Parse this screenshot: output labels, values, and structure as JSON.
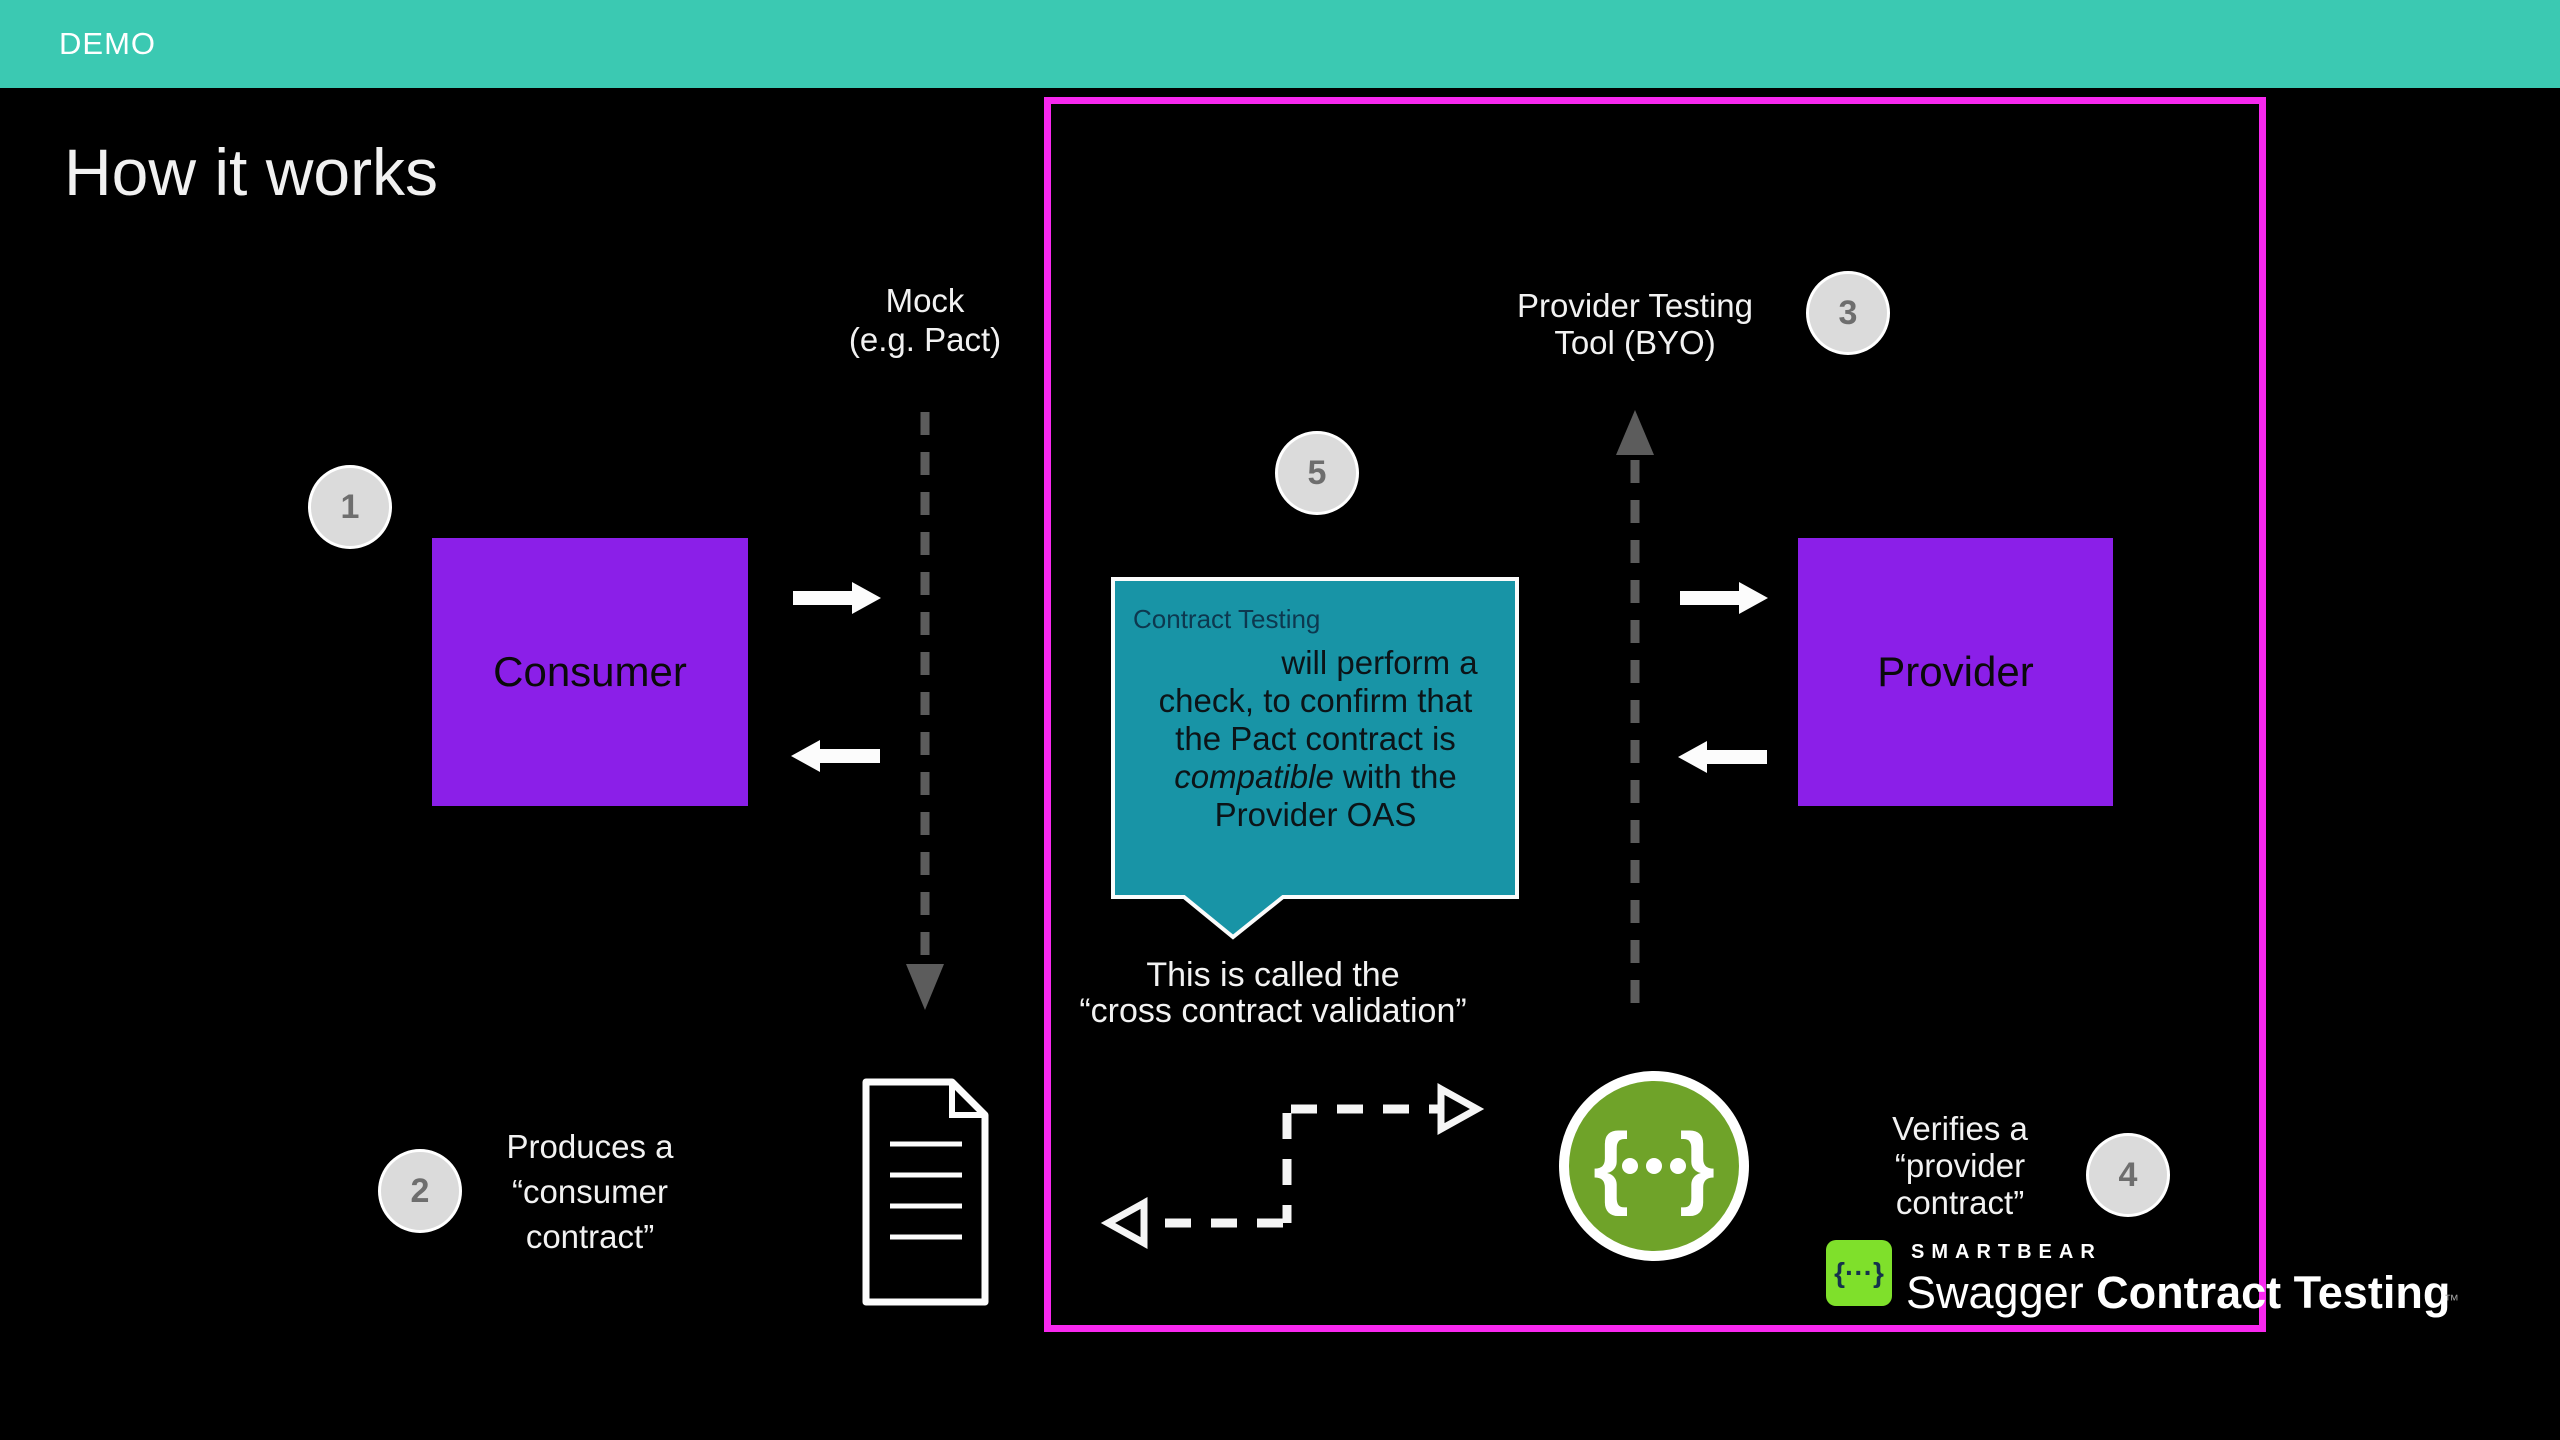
{
  "top_bar": {
    "label": "DEMO",
    "bg_color": "#3BC9B2"
  },
  "title": "How it works",
  "badges": [
    "1",
    "2",
    "3",
    "4",
    "5"
  ],
  "consumer_box": {
    "label": "Consumer"
  },
  "provider_box": {
    "label": "Provider"
  },
  "mock_label": "Mock\n(e.g. Pact)",
  "provider_tool_label": "Provider Testing\nTool (BYO)",
  "bubble": {
    "tag": "Contract Testing",
    "line1": "will perform a",
    "line2": "check, to confirm that",
    "line3": "the Pact contract is",
    "line4_italic": "compatible",
    "line4_rest": " with the",
    "line5": "Provider OAS"
  },
  "caption": "This is called the\n“cross contract validation”",
  "step2_label": "Produces a\n“consumer\ncontract”",
  "step4_label": "Verifies a\n“provider\ncontract”",
  "swagger_icon": {
    "brace_left": "{",
    "brace_right": "}"
  },
  "smartbear_logo": {
    "glyph": "{···}",
    "company": "SMARTBEAR",
    "swagger": "Swagger",
    "product": "Contract Testing",
    "tm": "™"
  },
  "colors": {
    "top_bar_teal": "#3BC9B2",
    "box_purple": "#8B1FE8",
    "bubble_teal": "#1894A6",
    "frame_magenta": "#F828EF",
    "swagger_green": "#6FA329",
    "smartbear_green": "#7FE02B",
    "badge_fill": "#DBDBDB",
    "dashed_gray": "#5C5C5C"
  }
}
